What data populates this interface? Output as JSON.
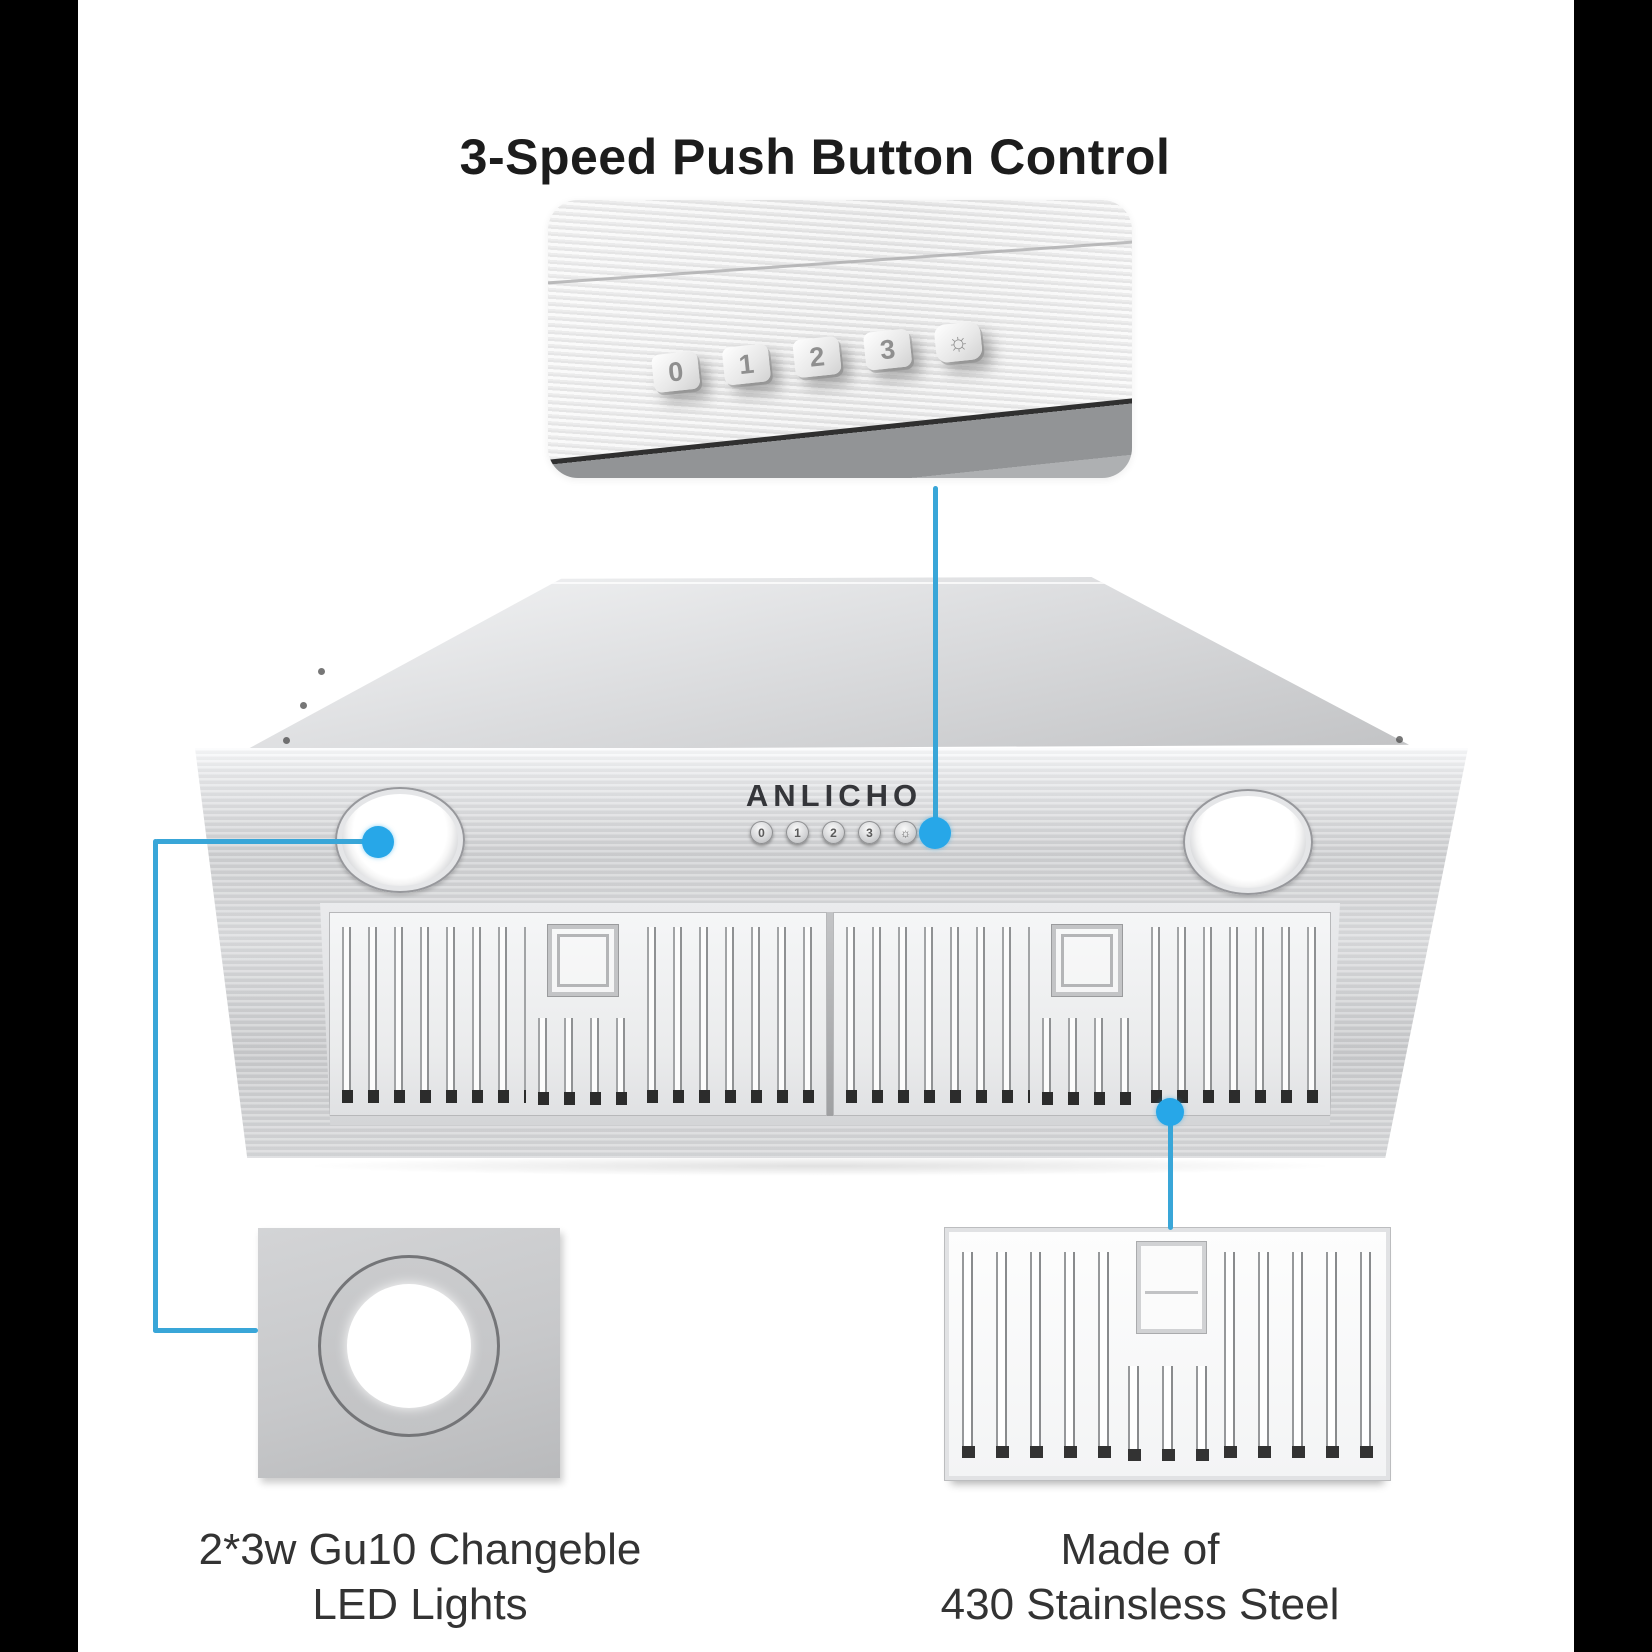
{
  "title": "3-Speed Push Button Control",
  "colors": {
    "callout_line": "#39a6d8",
    "callout_dot": "#27a7e8",
    "letterbox": "#000000",
    "steel_light": "#e8e9eb",
    "steel_dark": "#c2c3c5"
  },
  "control_inset": {
    "keys": [
      {
        "label": "0"
      },
      {
        "label": "1"
      },
      {
        "label": "2"
      },
      {
        "label": "3"
      },
      {
        "label": "☼"
      }
    ]
  },
  "hood": {
    "brand": "ANLICHO",
    "mini_buttons": [
      {
        "label": "0"
      },
      {
        "label": "1"
      },
      {
        "label": "2"
      },
      {
        "label": "3"
      },
      {
        "label": "☼"
      }
    ]
  },
  "captions": {
    "led": {
      "line1": "2*3w Gu10 Changeble",
      "line2": "LED Lights"
    },
    "steel": {
      "line1": "Made of",
      "line2": "430 Stainsless Steel"
    }
  }
}
